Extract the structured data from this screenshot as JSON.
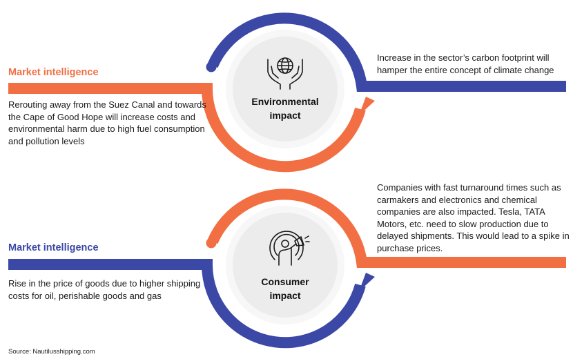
{
  "colors": {
    "orange": "#f26f43",
    "navy": "#3b48a6",
    "circle_fill": "#efefef",
    "circle_ring": "#f7f7f7"
  },
  "section1": {
    "heading": "Market intelligence",
    "left_text": "Rerouting away from the Suez Canal and towards the Cape of Good Hope will increase costs and environmental harm due to high fuel consumption and pollution levels",
    "center_label": "Environmental impact",
    "center_icon": "globe-in-hands-icon",
    "right_text": "Increase in the sector’s carbon footprint will hamper the entire concept of climate change"
  },
  "section2": {
    "heading": "Market intelligence",
    "left_text": "Rise in the price of goods due to higher shipping costs for oil, perishable goods and gas",
    "center_label": "Consumer impact",
    "center_icon": "person-with-megaphone-icon",
    "right_text": "Companies with fast turnaround times such as carmakers and electronics and chemical companies are also impacted. Tesla, TATA Motors, etc. need to slow production due to delayed shipments. This would lead to a spike in purchase prices."
  },
  "source": "Source: Nautilusshipping.com"
}
